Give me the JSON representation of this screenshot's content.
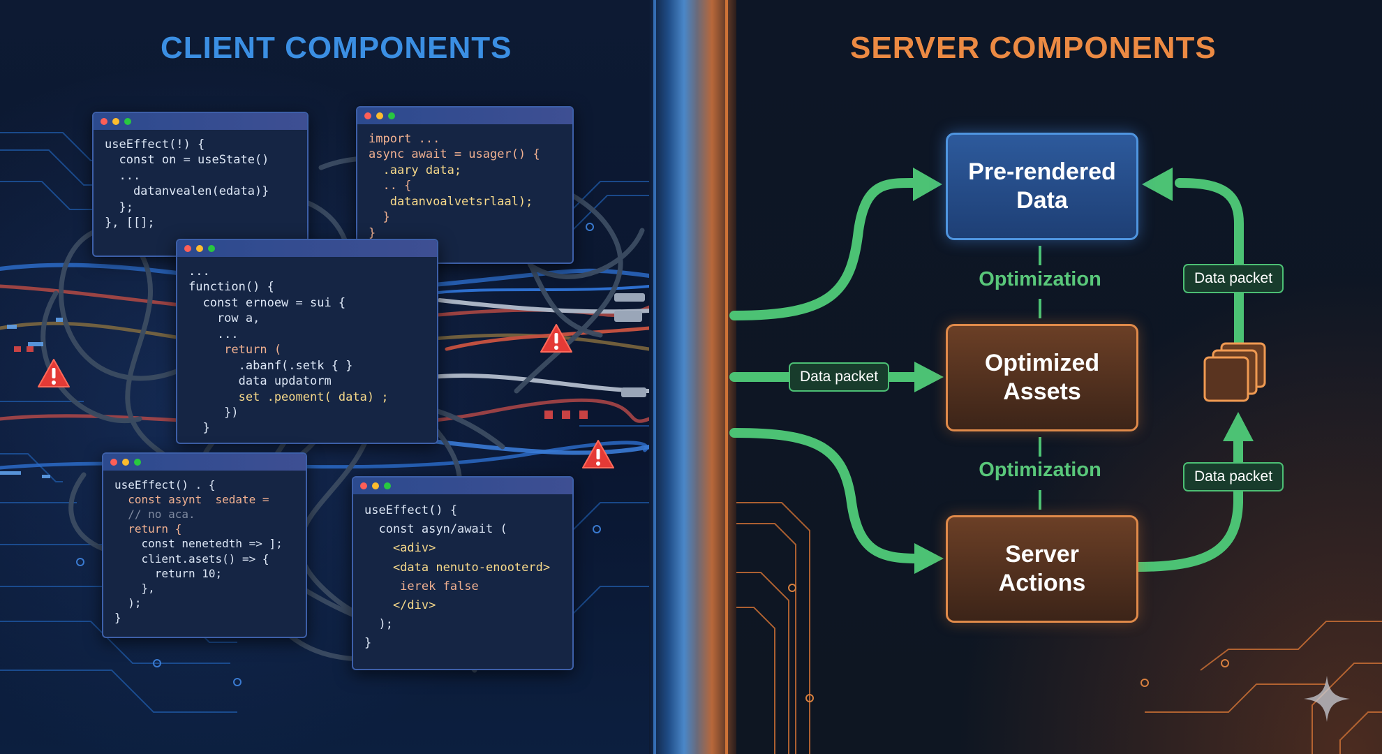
{
  "titles": {
    "client": "CLIENT COMPONENTS",
    "server": "SERVER COMPONENTS"
  },
  "code_windows": [
    {
      "lines": [
        "useEffect(!) {",
        "  const on = useState()",
        "  ...",
        "    datanvealen(edata)}",
        "  };",
        "}, [[];"
      ]
    },
    {
      "lines": [
        "import ...",
        "",
        "async await = usager() {",
        "  .aary data;",
        "  .. {",
        "   datanvoalvetsrlaal);",
        "  }",
        "}"
      ]
    },
    {
      "lines": [
        "...",
        "function() {",
        "  const ernoew = sui {",
        "    row a,",
        "    ...",
        "     return (",
        "       .abanf(.setk { }",
        "       data updatorm",
        "       set .peoment( data) ;",
        "     })",
        "  }"
      ]
    },
    {
      "lines": [
        "useEffect() . {",
        "  const asynt  sedate =",
        "  // no aca.",
        "  return {",
        "    const nenetedth => ];",
        "    client.asets() => {",
        "      return 10;",
        "    },",
        "  );",
        "}"
      ]
    },
    {
      "lines": [
        "useEffect() {",
        "  const asyn/await (",
        "    <adiv>",
        "    <data nenuto-enooterd>",
        "     ierek false",
        "    </div>",
        "  );",
        "}"
      ]
    }
  ],
  "server": {
    "pre_rendered": "Pre-rendered\nData",
    "optimized_assets": "Optimized\nAssets",
    "server_actions": "Server\nActions",
    "optimization_1": "Optimization",
    "optimization_2": "Optimization",
    "packet_left": "Data packet",
    "packet_right_top": "Data packet",
    "packet_right_bottom": "Data packet"
  },
  "colors": {
    "client_accent": "#3b8fe3",
    "server_accent": "#ec8a43",
    "flow_green": "#4cc274",
    "warning_red": "#e43a36"
  },
  "icons": [
    "warning-icon",
    "stacked-layers-icon",
    "window-dots-icon"
  ]
}
